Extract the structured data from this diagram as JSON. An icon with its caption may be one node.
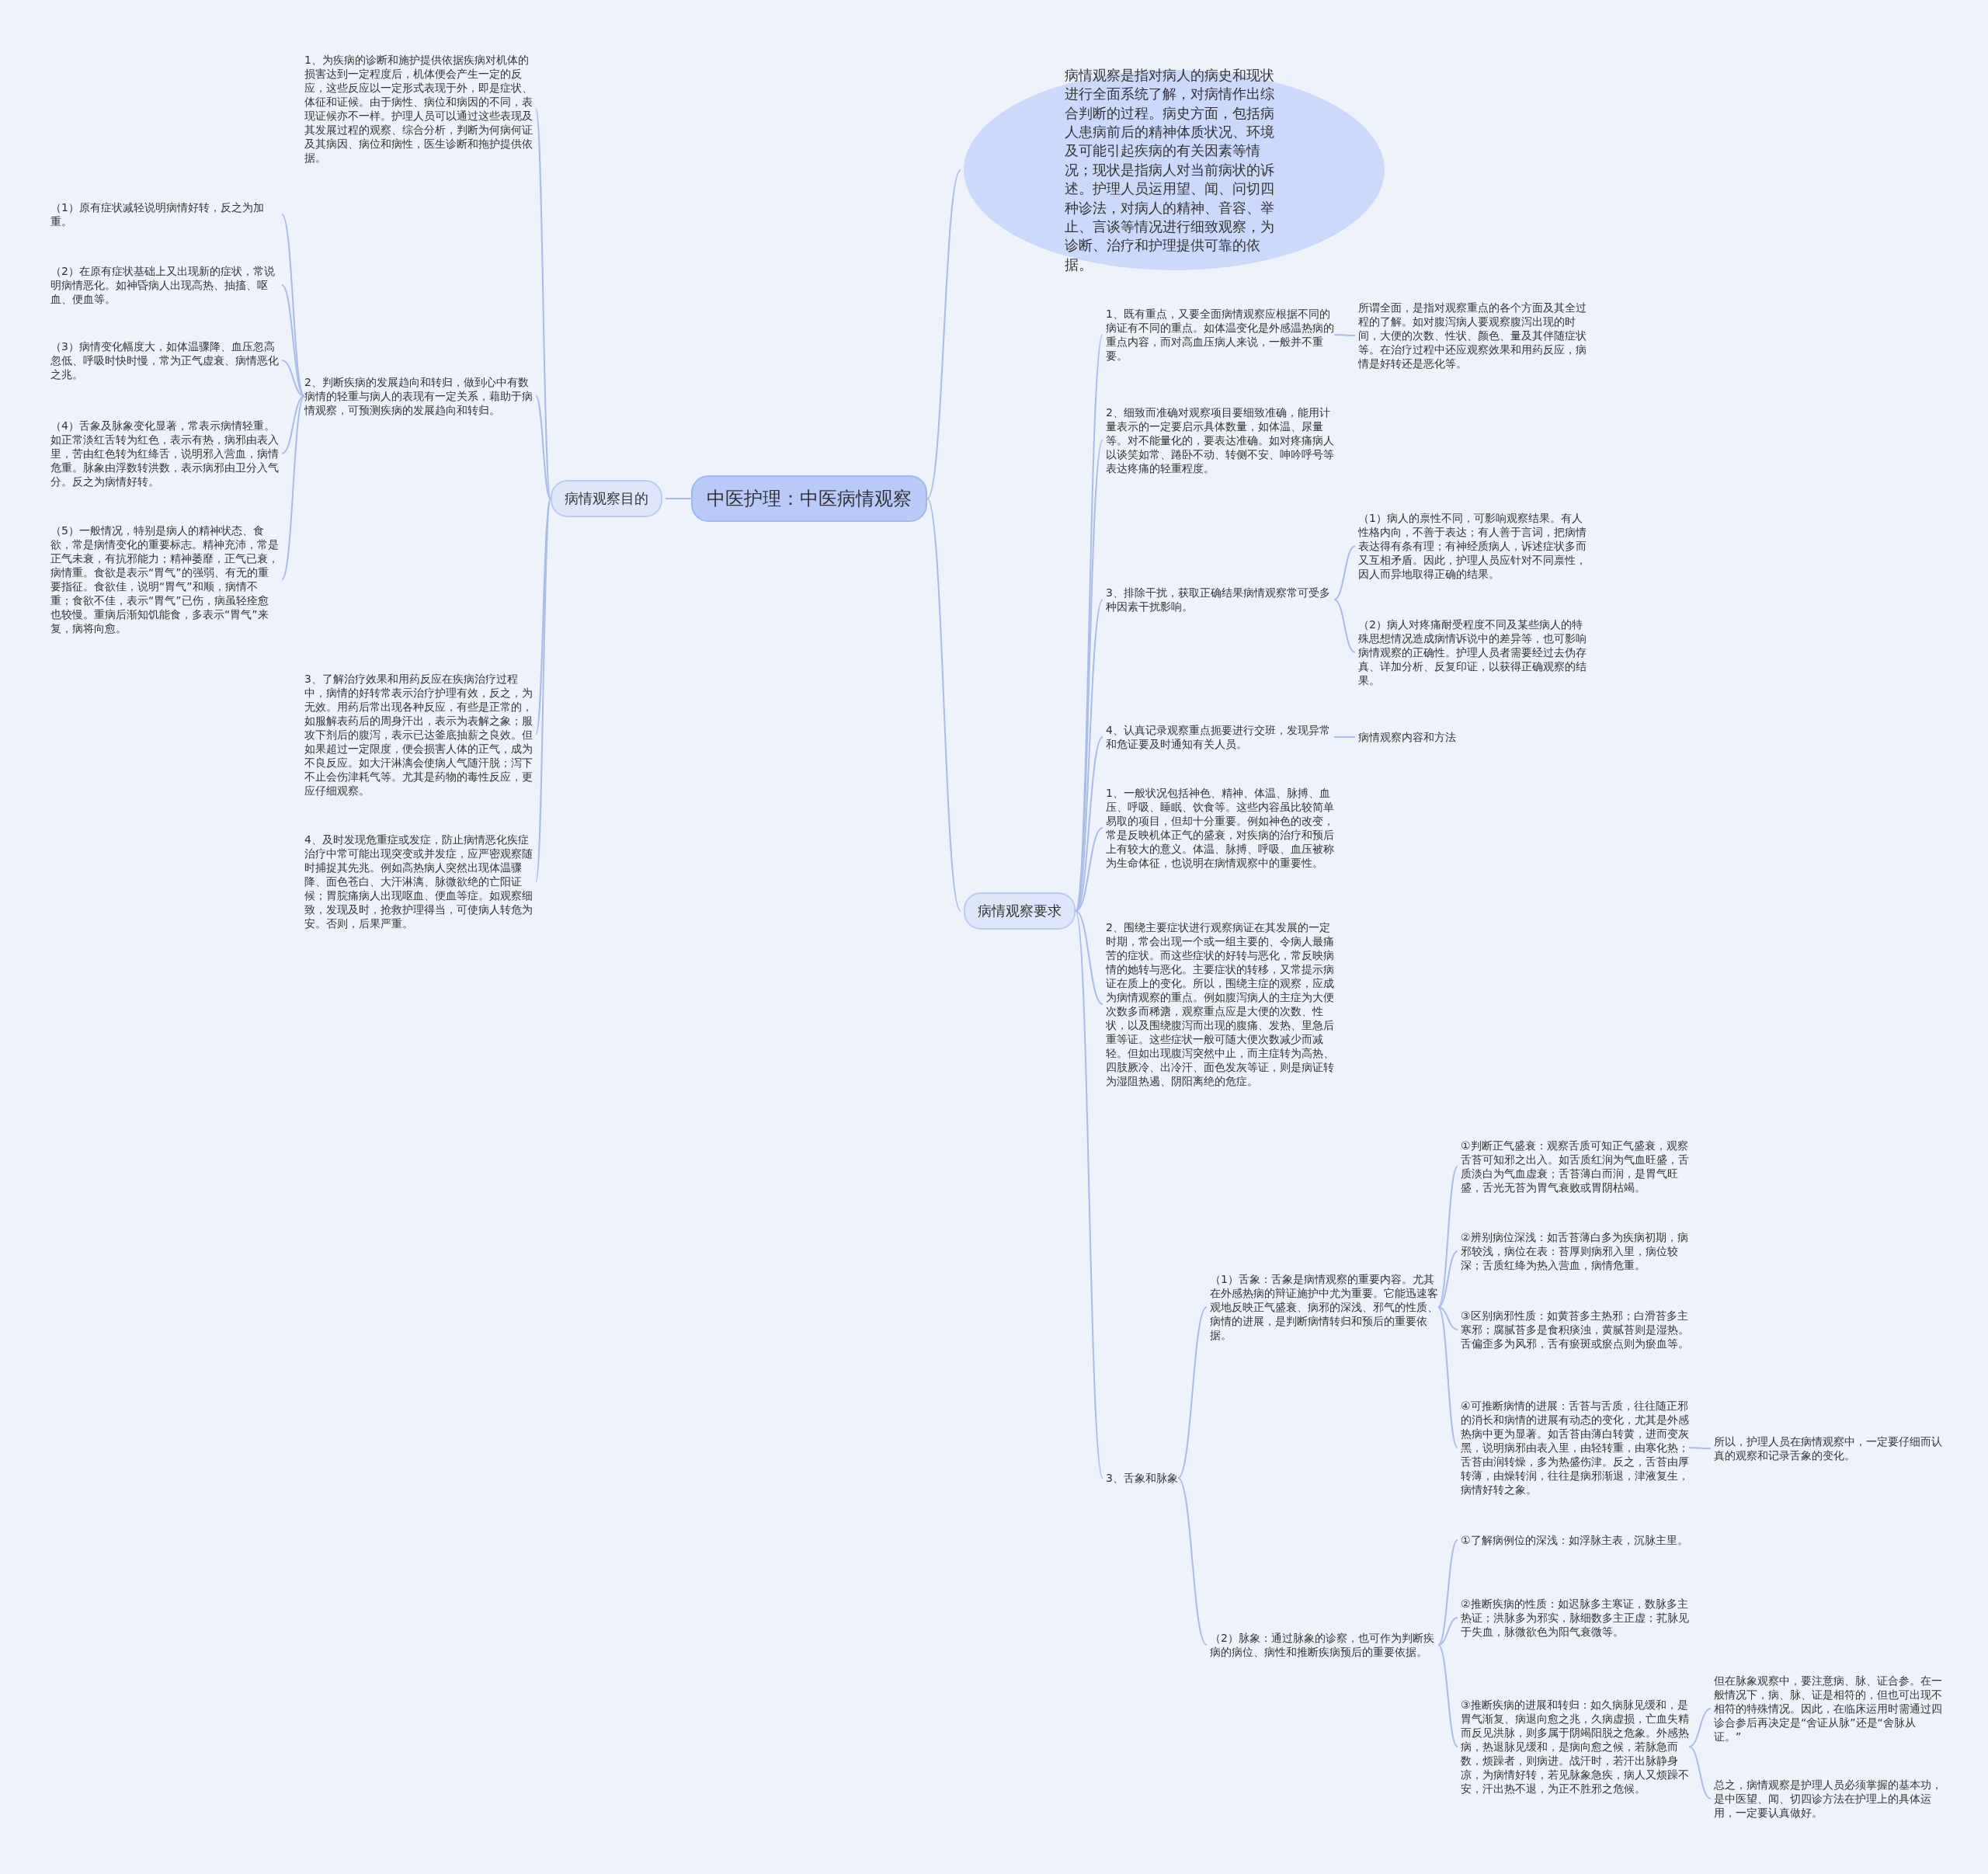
{
  "diagram": {
    "nodes": [
      {
        "text": [
          "中医护理：中医病情观察"
        ]
      },
      {
        "text": [
          "病情观察目的"
        ]
      },
      {
        "text": [
          "病情观察是指对病人的病史和现状进行全面系统了解，对病情作出综合判断的过程。病史方面，包括病人患病前后的精神体质状况、环境及可能引起疾病的有关因素等情况；现状是指病人对当前病状的诉述。护理人员运用望、闻、问切四种诊法，对病人的精神、音容、举止、言谈等情况进行细致观察，为诊断、治疗和护理提供可靠的依据。"
        ]
      },
      {
        "text": [
          "病情观察要求"
        ]
      },
      {
        "text": [
          "1、为疾病的诊断和施护提供依据疾病对机体的损害达到一定程度后，机体便会产生一定的反应，这些反应以一定形式表现于外，即是症状、体征和证候。由于病性、病位和病因的不同，表现证候亦不一样。护理人员可以通过这些表现及其发展过程的观察、综合分析，判断为何病何证及其病因、病位和病性，医生诊断和拖护提供依据。"
        ]
      },
      {
        "text": [
          "2、判断疾病的发展趋向和转归，做到心中有数病情的轻重与病人的表现有一定关系，藉助于病情观察，可预测疾病的发展趋向和转归。"
        ]
      },
      {
        "text": [
          "（1）原有症状减轻说明病情好转，反之为加重。"
        ]
      },
      {
        "text": [
          "（2）在原有症状基础上又出现新的症状，常说明病情恶化。如神昏病人出现高热、抽搐、呕血、便血等。"
        ]
      },
      {
        "text": [
          "（3）病情变化幅度大，如体温骤降、血压忽高忽低、呼吸时快时慢，常为正气虚衰、病情恶化之兆。"
        ]
      },
      {
        "text": [
          "（4）舌象及脉象变化显著，常表示病情轻重。如正常淡红舌转为红色，表示有热，病邪由表入里，苦由红色转为红绛舌，说明邪入营血，病情危重。脉象由浮数转洪数，表示病邪由卫分入气分。反之为病情好转。"
        ]
      },
      {
        "text": [
          "（5）一般情况，特别是病人的精神状态、食欲，常是病情变化的重要标志。精神充沛，常是正气未衰，有抗邪能力；精神萎靡，正气已衰，病情重。食欲是表示“胃气”的强弱、有无的重要指征。食欲佳，说明“胃气”和顺，病情不重；食欲不佳，表示“胃气”已伤，病虽轻痊愈也较慢。重病后渐知饥能食，多表示“胃气”来复，病将向愈。"
        ]
      },
      {
        "text": [
          "3、了解治疗效果和用药反应在疾病治疗过程中，病情的好转常表示治疗护理有效，反之，为无效。用药后常出现各种反应，有些是正常的，如服解表药后的周身汗出，表示为表解之象；服攻下剂后的腹泻，表示已达釜底抽薪之良效。但如果超过一定限度，便会损害人体的正气，成为不良反应。如大汗淋漓会使病人气随汗脱；泻下不止会伤津耗气等。尤其是药物的毒性反应，更应仔细观察。"
        ]
      },
      {
        "text": [
          "4、及时发现危重症或发症，防止病情恶化疾症治疗中常可能出现突变或并发症，应严密观察随时捕捉其先兆。例如高热病人突然出现体温骤降、面色苍白、大汗淋漓、脉微欲绝的亡阳证候；胃脘痛病人出现呕血、便血等症。如观察细致，发现及时，抢救护理得当，可使病人转危为安。否则，后果严重。"
        ]
      },
      {
        "text": [
          "1、既有重点，又要全面病情观察应根据不同的病证有不同的重点。如体温变化是外感温热病的重点内容，而对高血压病人来说，一般并不重要。"
        ]
      },
      {
        "text": [
          "所谓全面，是指对观察重点的各个方面及其全过程的了解。如对腹泻病人要观察腹泻出现的时间，大便的次数、性状、颜色、量及其伴随症状等。在治疗过程中还应观察效果和用药反应，病情是好转还是恶化等。"
        ]
      },
      {
        "text": [
          "2、细致而准确对观察项目要细致准确，能用计量表示的一定要启示具体数量，如体温、尿量等。对不能量化的，要表达准确。如对疼痛病人以谈笑如常、踡卧不动、转侧不安、呻吟呼号等表达疼痛的轻重程度。"
        ]
      },
      {
        "text": [
          "3、排除干扰，获取正确结果病情观察常可受多种因素干扰影响。"
        ]
      },
      {
        "text": [
          "（1）病人的禀性不同，可影响观察结果。有人性格内向，不善于表达；有人善于言词，把病情表达得有条有理；有神经质病人，诉述症状多而又互相矛盾。因此，护理人员应针对不同禀性，因人而异地取得正确的结果。"
        ]
      },
      {
        "text": [
          "（2）病人对疼痛耐受程度不同及某些病人的特殊思想情况造成病情诉说中的差异等，也可影响病情观察的正确性。护理人员者需要经过去伪存真、详加分析、反复印证，以获得正确观察的结果。"
        ]
      },
      {
        "text": [
          "4、认真记录观察重点扼要进行交班，发现异常和危证要及时通知有关人员。"
        ]
      },
      {
        "text": [
          "病情观察内容和方法"
        ]
      },
      {
        "text": [
          "1、一般状况包括神色、精神、体温、脉搏、血压、呼吸、睡眠、饮食等。这些内容虽比较简单易取的项目，但却十分重要。例如神色的改变，常是反映机体正气的盛衰，对疾病的治疗和预后上有较大的意义。体温、脉搏、呼吸、血压被称为生命体征，也说明在病情观察中的重要性。"
        ]
      },
      {
        "text": [
          "2、围绕主要症状进行观察病证在其发展的一定时期，常会出现一个或一组主要的、令病人最痛苦的症状。而这些症状的好转与恶化，常反映病情的她转与恶化。主要症状的转移，又常提示病证在质上的变化。所以，围绕主症的观察，应成为病情观察的重点。例如腹泻病人的主症为大便次数多而稀溏，观察重点应是大便的次数、性状，以及围绕腹泻而出现的腹痛、发热、里急后重等证。这些症状一般可随大便次数减少而减轻。但如出现腹泻突然中止，而主症转为高热、四肢厥冷、出冷汗、面色发灰等证，则是病证转为湿阻热遏、阴阳离绝的危症。"
        ]
      },
      {
        "text": [
          "3、舌象和脉象"
        ]
      },
      {
        "text": [
          "（1）舌象：舌象是病情观察的重要内容。尤其在外感热病的辩证施护中尤为重要。它能迅速客观地反映正气盛衰、病邪的深浅、邪气的性质、病情的进展，是判断病情转归和预后的重要依据。"
        ]
      },
      {
        "text": [
          "①判断正气盛衰：观察舌质可知正气盛衰，观察舌苔可知邪之出入。如舌质红润为气血旺盛，舌质淡白为气血虚衰；舌苔薄白而润，是胃气旺盛，舌光无苔为胃气衰败或胃阴枯竭。"
        ]
      },
      {
        "text": [
          "②辨别病位深浅：如舌苔薄白多为疾病初期，病邪较浅，病位在表：苔厚则病邪入里，病位较深；舌质红绛为热入营血，病情危重。"
        ]
      },
      {
        "text": [
          "③区别病邪性质：如黄苔多主热邪；白滑苔多主寒邪；腐腻苔多是食积痰浊，黄腻苔则是湿热。舌偏歪多为风邪，舌有瘀斑或瘀点则为瘀血等。"
        ]
      },
      {
        "text": [
          "④可推断病情的进展：舌苔与舌质，往往随正邪的消长和病情的进展有动态的变化，尤其是外感热病中更为显著。如舌苔由薄白转黄，进而变灰黑，说明病邪由表入里，由轻转重，由寒化热；舌苔由润转燥，多为热盛伤津。反之，舌苔由厚转薄，由燥转润，往往是病邪渐退，津液复生，病情好转之象。"
        ]
      },
      {
        "text": [
          "所以，护理人员在病情观察中，一定要仔细而认真的观察和记录舌象的变化。"
        ]
      },
      {
        "text": [
          "（2）脉象：通过脉象的诊察，也可作为判断疾病的病位、病性和推断疾病预后的重要依据。"
        ]
      },
      {
        "text": [
          "①了解病例位的深浅：如浮脉主表，沉脉主里。"
        ]
      },
      {
        "text": [
          "②推断疾病的性质：如迟脉多主寒证，数脉多主热证；洪脉多为邪实，脉细数多主正虚；芤脉见于失血，脉微欲色为阳气衰微等。"
        ]
      },
      {
        "text": [
          "③推断疾病的进展和转归：如久病脉见缓和，是胃气渐复、病退向愈之兆，久病虚损，亡血失精而反见洪脉，则多属于阴竭阳脱之危象。外感热病，热退脉见缓和，是病向愈之候，若脉急而数，烦躁者，则病进。战汗时，若汗出脉静身凉，为病情好转，若见脉象急疾，病人又烦躁不安，汗出热不退，为正不胜邪之危候。"
        ]
      },
      {
        "text": [
          "但在脉象观察中，要注意病、脉、证合参。在一般情况下，病、脉、证是相符的，但也可出现不相符的特殊情况。因此，在临床运用时需通过四诊合参后再决定是“舍证从脉”还是“舍脉从证。”"
        ]
      },
      {
        "text": [
          "总之，病情观察是护理人员必须掌握的基本功，是中医望、闻、切四诊方法在护理上的具体运用，一定要认真做好。"
        ]
      }
    ],
    "edges": [
      {
        "from": 0,
        "to": 1,
        "arrow": "none"
      },
      {
        "from": 0,
        "to": 2,
        "arrow": "none"
      },
      {
        "from": 0,
        "to": 3,
        "arrow": "none"
      },
      {
        "from": 1,
        "to": 4,
        "arrow": "none"
      },
      {
        "from": 1,
        "to": 5,
        "arrow": "none"
      },
      {
        "from": 5,
        "to": 6,
        "arrow": "none"
      },
      {
        "from": 5,
        "to": 7,
        "arrow": "none"
      },
      {
        "from": 5,
        "to": 8,
        "arrow": "none"
      },
      {
        "from": 5,
        "to": 9,
        "arrow": "none"
      },
      {
        "from": 5,
        "to": 10,
        "arrow": "none"
      },
      {
        "from": 1,
        "to": 11,
        "arrow": "none"
      },
      {
        "from": 1,
        "to": 12,
        "arrow": "none"
      },
      {
        "from": 3,
        "to": 13,
        "arrow": "none"
      },
      {
        "from": 13,
        "to": 14,
        "arrow": "none"
      },
      {
        "from": 3,
        "to": 15,
        "arrow": "none"
      },
      {
        "from": 3,
        "to": 16,
        "arrow": "none"
      },
      {
        "from": 16,
        "to": 17,
        "arrow": "none"
      },
      {
        "from": 16,
        "to": 18,
        "arrow": "none"
      },
      {
        "from": 3,
        "to": 19,
        "arrow": "none"
      },
      {
        "from": 19,
        "to": 20,
        "arrow": "none"
      },
      {
        "from": 3,
        "to": 21,
        "arrow": "none"
      },
      {
        "from": 3,
        "to": 22,
        "arrow": "none"
      },
      {
        "from": 3,
        "to": 23,
        "arrow": "none"
      },
      {
        "from": 23,
        "to": 24,
        "arrow": "none"
      },
      {
        "from": 24,
        "to": 25,
        "arrow": "none"
      },
      {
        "from": 24,
        "to": 26,
        "arrow": "none"
      },
      {
        "from": 24,
        "to": 27,
        "arrow": "none"
      },
      {
        "from": 24,
        "to": 28,
        "arrow": "none"
      },
      {
        "from": 28,
        "to": 29,
        "arrow": "none"
      },
      {
        "from": 23,
        "to": 30,
        "arrow": "none"
      },
      {
        "from": 30,
        "to": 31,
        "arrow": "none"
      },
      {
        "from": 30,
        "to": 32,
        "arrow": "none"
      },
      {
        "from": 30,
        "to": 33,
        "arrow": "none"
      },
      {
        "from": 33,
        "to": 34,
        "arrow": "none"
      },
      {
        "from": 33,
        "to": 35,
        "arrow": "none"
      }
    ]
  }
}
